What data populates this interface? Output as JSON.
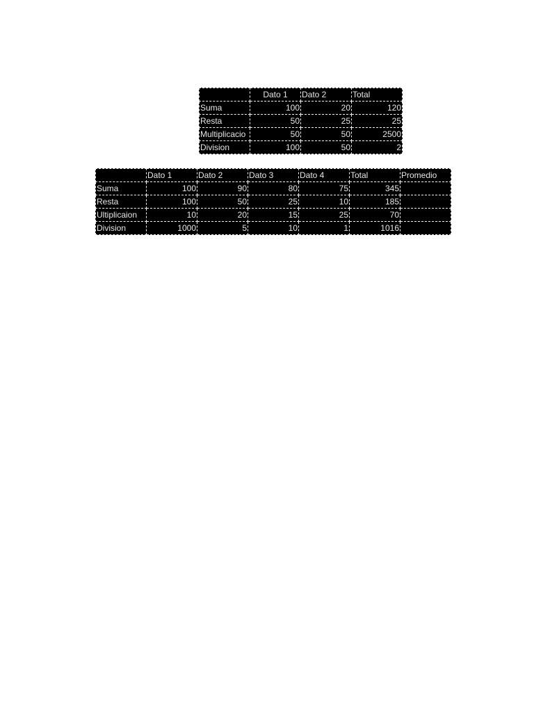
{
  "table1": {
    "headers": [
      "",
      "Dato 1",
      "Dato 2",
      "Total"
    ],
    "rows": [
      [
        "Suma",
        "100",
        "20",
        "120"
      ],
      [
        "Resta",
        "50",
        "25",
        "25"
      ],
      [
        "Multiplicacio",
        "50",
        "50",
        "2500"
      ],
      [
        "Division",
        "100",
        "50",
        "2"
      ]
    ]
  },
  "table2": {
    "headers": [
      "",
      "Dato 1",
      "Dato 2",
      "Dato 3",
      "Dato 4",
      "Total",
      "Promedio"
    ],
    "rows": [
      [
        "Suma",
        "100",
        "90",
        "80",
        "75",
        "345",
        ""
      ],
      [
        "Resta",
        "100",
        "50",
        "25",
        "10",
        "185",
        ""
      ],
      [
        "Ultiplicaion",
        "10",
        "20",
        "15",
        "25",
        "70",
        ""
      ],
      [
        "Division",
        "1000",
        "5",
        "10",
        "1",
        "1016",
        ""
      ]
    ]
  }
}
